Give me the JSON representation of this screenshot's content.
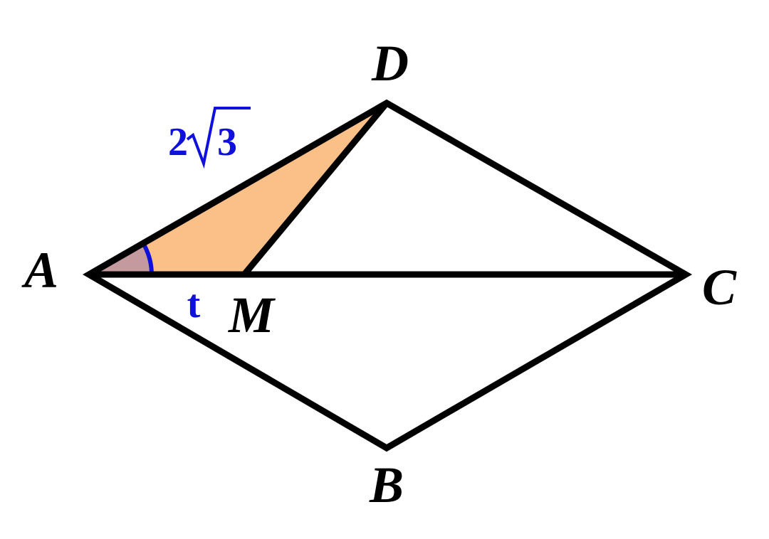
{
  "colors": {
    "stroke": "#000000",
    "fill_triangle": "#fbbf88",
    "angle_fill": "#c49a9e",
    "angle_arc": "#1010dd",
    "measure_text": "#1010dd"
  },
  "vertices": {
    "A": "A",
    "B": "B",
    "C": "C",
    "D": "D",
    "M": "M"
  },
  "measures": {
    "side_AD_coef": "2",
    "side_AD_radicand": "3",
    "segment_AM": "t"
  }
}
